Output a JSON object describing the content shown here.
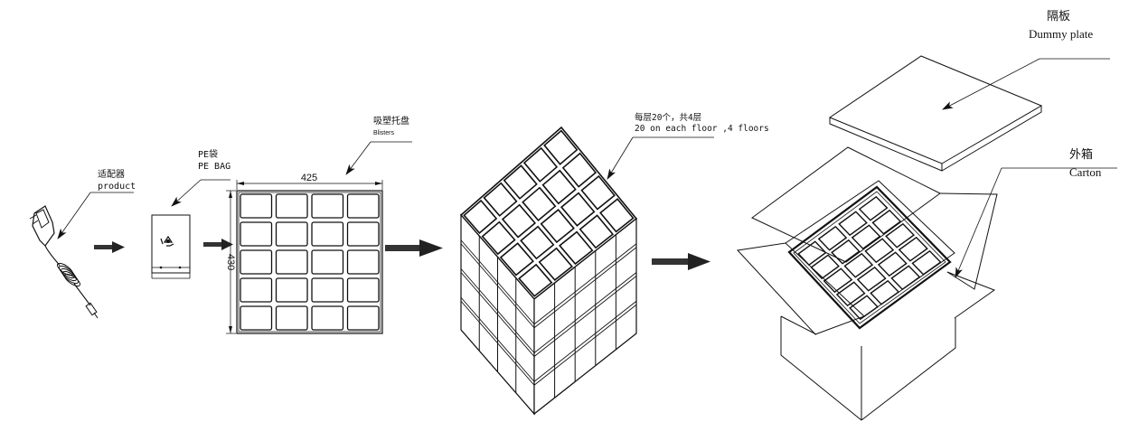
{
  "labels": {
    "adapter_cn": "适配器",
    "adapter_en": "product",
    "pe_cn": "PE袋",
    "pe_en": "PE BAG",
    "blister_cn": "吸塑托盘",
    "blister_en": "Blisters",
    "layer_cn": "每层20个，共4层",
    "layer_en": "20 on each floor ,4 floors",
    "dummy_cn": "隔板",
    "dummy_en": "Dummy plate",
    "carton_cn": "外箱",
    "carton_en": "Carton"
  },
  "dimensions": {
    "width": "425",
    "height": "430"
  },
  "tray_grid": {
    "rows": 5,
    "cols": 4
  },
  "layer_grid": {
    "rows": 5,
    "cols": 4,
    "floors": 4
  }
}
